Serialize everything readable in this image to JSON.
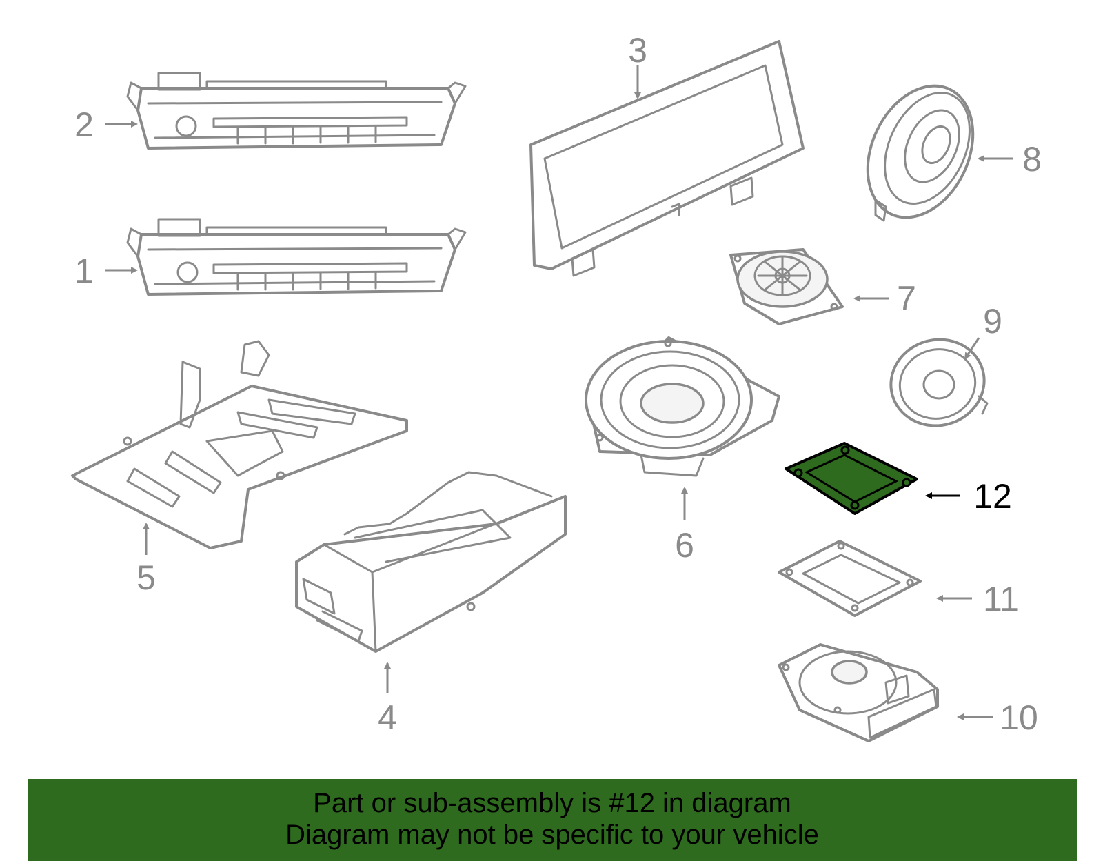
{
  "callouts": {
    "c1": "1",
    "c2": "2",
    "c3": "3",
    "c4": "4",
    "c5": "5",
    "c6": "6",
    "c7": "7",
    "c8": "8",
    "c9": "9",
    "c10": "10",
    "c11": "11",
    "c12": "12"
  },
  "highlighted_part": "12",
  "colors": {
    "highlight": "#2e6b1e",
    "line_art": "#8a8a8a",
    "text": "#000000"
  },
  "banner": {
    "line1": "Part or sub-assembly is #12 in diagram",
    "line2": "Diagram may not be specific to your vehicle"
  }
}
